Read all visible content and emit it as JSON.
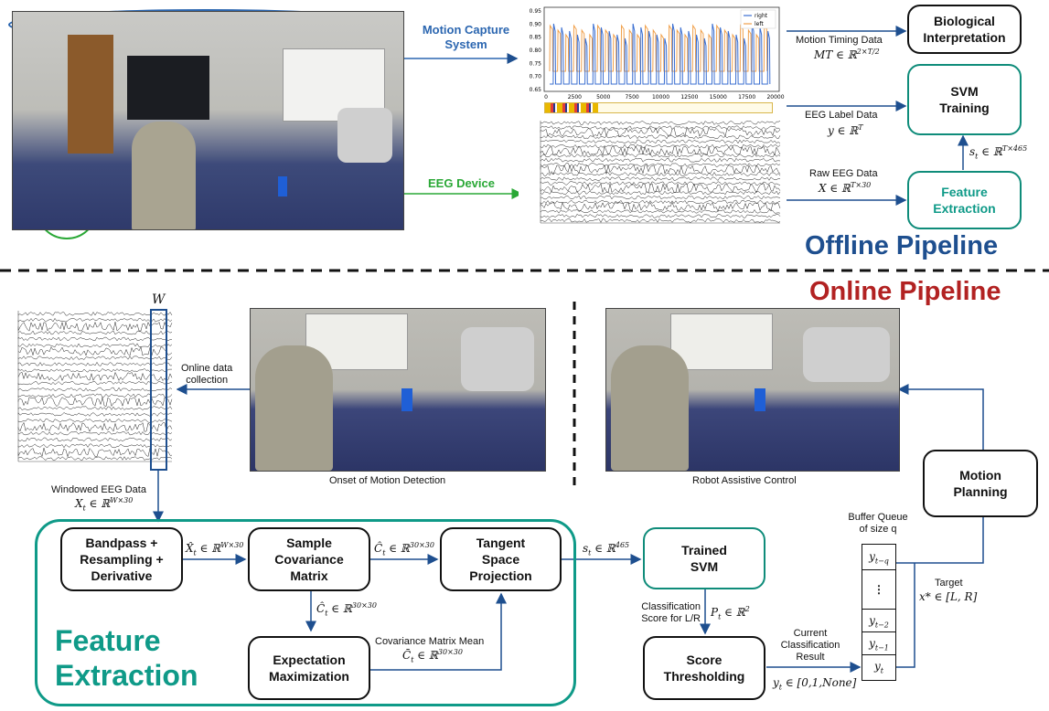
{
  "top": {
    "mocap_label": "Motion Capture\nSystem",
    "eeg_device_label": "EEG Device",
    "motion_timing_label": "Motion Timing Data",
    "motion_timing_math": "MT ∈ ℝ",
    "motion_timing_sup": "2×T/2",
    "eeg_label_data_label": "EEG Label Data",
    "eeg_label_math": "y ∈ ℝ",
    "eeg_label_sup": "T",
    "raw_eeg_label": "Raw EEG Data",
    "raw_eeg_math": "X ∈ ℝ",
    "raw_eeg_sup": "T×30",
    "st_math": "s",
    "st_sub": "t",
    "st_rest": " ∈ ℝ",
    "st_sup": "T×465",
    "bio_box": "Biological\nInterpretation",
    "svm_training_box": "SVM\nTraining",
    "feature_extraction_box": "Feature\nExtraction",
    "offline_title": "Offline Pipeline",
    "online_title": "Online Pipeline",
    "plot_legend": [
      "right",
      "left"
    ],
    "plot_yticks": [
      "0.95",
      "0.90",
      "0.85",
      "0.80",
      "0.75",
      "0.70",
      "0.65"
    ],
    "plot_yvals": [
      0.95,
      0.9,
      0.85,
      0.8,
      0.75,
      0.7,
      0.65
    ],
    "plot_xticks": [
      "0",
      "2500",
      "5000",
      "7500",
      "10000",
      "12500",
      "15000",
      "17500",
      "20000"
    ],
    "plot_xvals": [
      0,
      2500,
      5000,
      7500,
      10000,
      12500,
      15000,
      17500,
      20000
    ],
    "colors": {
      "right": "#3b6fd1",
      "left": "#f0a04b",
      "blue": "#1e4f8f",
      "green": "#2aa836",
      "teal": "#0f8c7a",
      "red": "#b22222"
    }
  },
  "bottom": {
    "window_label": "W",
    "online_data_collection": "Online data\ncollection",
    "onset_caption": "Onset of Motion Detection",
    "robot_caption": "Robot Assistive Control",
    "windowed_eeg_label": "Windowed EEG Data",
    "windowed_eeg_math": "X",
    "windowed_eeg_sub": "t",
    "windowed_eeg_rest": " ∈ ℝ",
    "windowed_eeg_sup": "W×30",
    "bandpass_box": "Bandpass +\nResampling +\nDerivative",
    "sample_cov_box": "Sample\nCovariance\nMatrix",
    "tangent_box": "Tangent\nSpace\nProjection",
    "em_box": "Expectation\nMaximization",
    "trained_svm_box": "Trained\nSVM",
    "score_thr_box": "Score\nThresholding",
    "motion_planning_box": "Motion\nPlanning",
    "feature_extraction_title": "Feature\nExtraction",
    "xhat_math": "X̂",
    "xhat_sub": "t",
    "xhat_rest": " ∈ ℝ",
    "xhat_sup": "W×30",
    "chat_math": "Ĉ",
    "chat_sub": "t",
    "chat_rest": " ∈ ℝ",
    "chat_sup": "30×30",
    "chat2_math": "Ĉ",
    "chat2_sub": "t",
    "chat2_rest": " ∈ ℝ",
    "chat2_sup": "30×30",
    "cov_mean_label": "Covariance Matrix Mean",
    "cbar_math": "C̄",
    "cbar_sub": "t",
    "cbar_rest": " ∈ ℝ",
    "cbar_sup": "30×30",
    "st2_math": "s",
    "st2_sub": "t",
    "st2_rest": " ∈ ℝ",
    "st2_sup": "465",
    "class_score_label": "Classification\nScore for L/R",
    "pt_math": "P",
    "pt_sub": "t",
    "pt_rest": " ∈ ℝ",
    "pt_sup": "2",
    "current_result_label": "Current\nClassification\nResult",
    "yt_result_math": "y",
    "yt_result_sub": "t",
    "yt_result_rest": " ∈ [0,1,None]",
    "buffer_label": "Buffer Queue\nof size q",
    "queue_cells": [
      "y",
      "⋮",
      "y",
      "y",
      "y"
    ],
    "queue_subs": [
      "t−q",
      "",
      "t−2",
      "t−1",
      "t"
    ],
    "target_label": "Target",
    "target_math": "x* ∈ [L, R]"
  }
}
